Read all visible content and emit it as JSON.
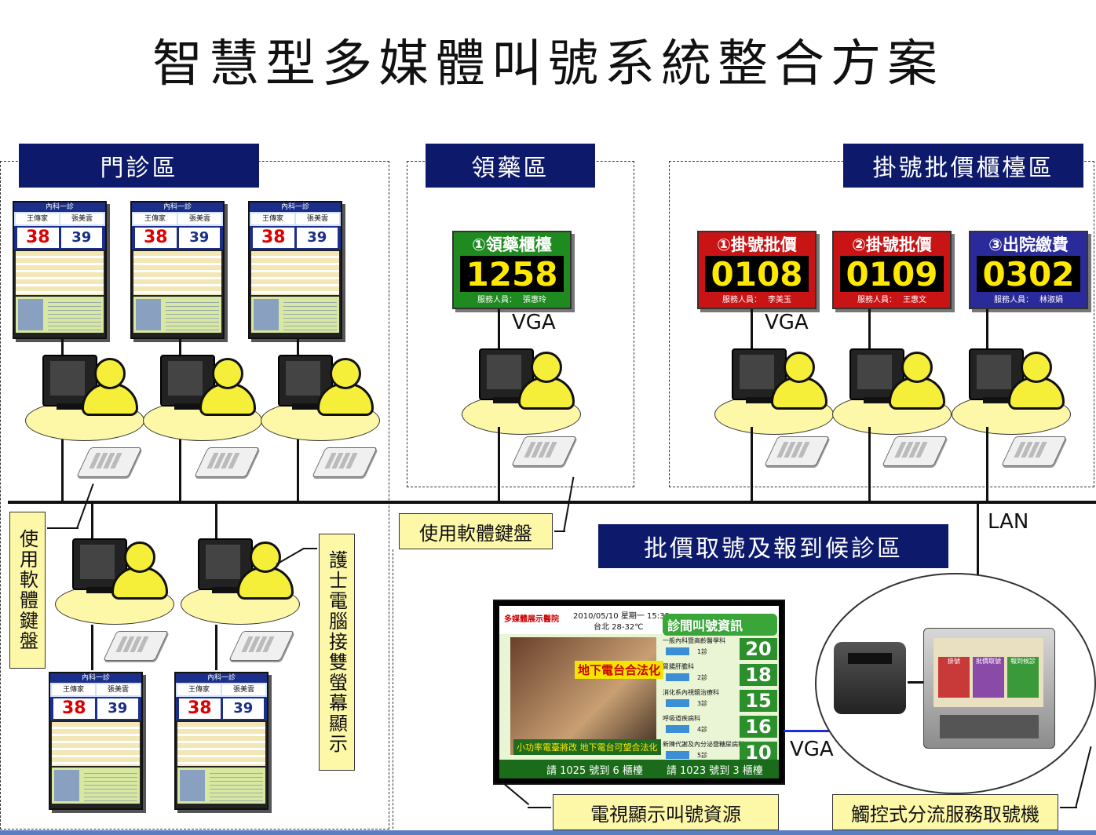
{
  "title": "智慧型多媒體叫號系統整合方案",
  "zones": {
    "clinic": "門診區",
    "pharmacy": "領藥區",
    "registration": "掛號批價櫃檯區",
    "waiting": "批價取號及報到候診區"
  },
  "labels": {
    "software_keyboard_left": "使用軟體鍵盤",
    "software_keyboard_mid": "使用軟體鍵盤",
    "nurse_dual_screen": "護士電腦接雙螢幕顯示",
    "tv_source": "電視顯示叫號資源",
    "kiosk": "觸控式分流服務取號機",
    "vga_pharmacy": "VGA",
    "vga_registration": "VGA",
    "vga_tv": "VGA",
    "lan": "LAN"
  },
  "clinic_display": {
    "header": "內科一診",
    "doctor": "王傳家",
    "nurse": "張美雲",
    "current_number": "38",
    "next_number": "39"
  },
  "counters": [
    {
      "title": "①領藥櫃檯",
      "number": "1258",
      "staff_label": "服務人員：",
      "staff": "張惠玲",
      "color": "#1f8a1f"
    },
    {
      "title": "①掛號批價",
      "number": "0108",
      "staff_label": "服務人員：",
      "staff": "李美玉",
      "color": "#c81414"
    },
    {
      "title": "②掛號批價",
      "number": "0109",
      "staff_label": "服務人員：",
      "staff": "王惠文",
      "color": "#c81414"
    },
    {
      "title": "③出院繳費",
      "number": "0302",
      "staff_label": "服務人員：",
      "staff": "林淑娟",
      "color": "#2a2a9a"
    }
  ],
  "tv": {
    "hospital": "多媒體展示醫院",
    "date": "2010/05/10 星期一 15:30",
    "weather": "台北  28-32℃",
    "panel_title": "診間叫號資訊",
    "video_caption": "地下電台合法化",
    "video_bar": "小功率電臺將改 地下電台可望合法化",
    "rows": [
      {
        "dept": "一般內科暨高齡醫學科",
        "room": "1診",
        "number": "20"
      },
      {
        "dept": "胃腸肝膽科",
        "room": "2診",
        "number": "18"
      },
      {
        "dept": "消化系內視鏡治療科",
        "room": "3診",
        "number": "15"
      },
      {
        "dept": "呼吸道疾病科",
        "room": "4診",
        "number": "16"
      },
      {
        "dept": "新陳代謝及內分泌暨糖尿病科",
        "room": "5診",
        "number": "10"
      }
    ],
    "ticker_left": "請 1025 號到 6 櫃檯",
    "ticker_right": "請 1023 號到 3 櫃檯"
  },
  "kiosk_screen": {
    "tiles": [
      "掛號",
      "批價取號",
      "報到候診"
    ],
    "tile_colors": [
      "#c83a3a",
      "#8a4aa8",
      "#3a9a3a"
    ]
  }
}
